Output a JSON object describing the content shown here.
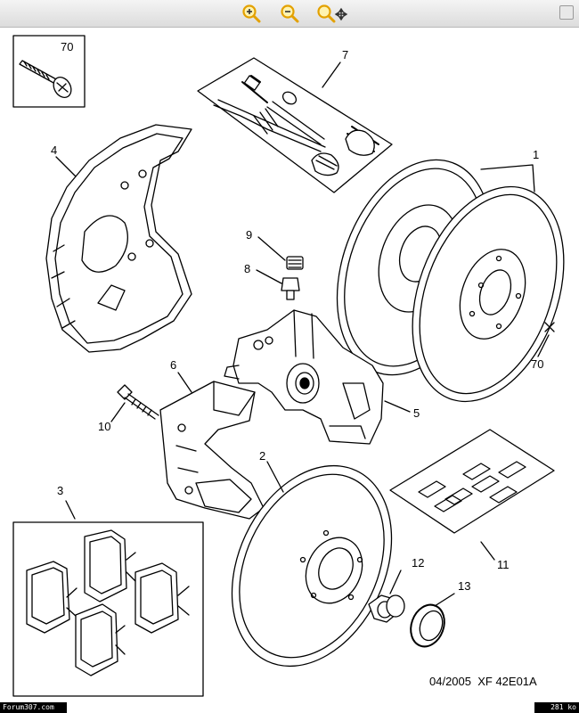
{
  "toolbar": {
    "buttons": [
      {
        "name": "zoom-in",
        "icon": "zoom-in-icon",
        "symbol": "+"
      },
      {
        "name": "zoom-out",
        "icon": "zoom-out-icon",
        "symbol": "−"
      },
      {
        "name": "zoom-pan",
        "icon": "zoom-pan-icon",
        "symbol": ""
      }
    ],
    "accent": "#e3a100"
  },
  "callouts": {
    "n1": "1",
    "n2": "2",
    "n3": "3",
    "n4": "4",
    "n5": "5",
    "n6": "6",
    "n7": "7",
    "n8": "8",
    "n9": "9",
    "n10": "10",
    "n11": "11",
    "n12": "12",
    "n13": "13",
    "n70a": "70",
    "n70b": "70"
  },
  "reference": "04/2005  XF 42E01A",
  "footer": {
    "left": "Forum307.com",
    "right": "281 ko"
  }
}
